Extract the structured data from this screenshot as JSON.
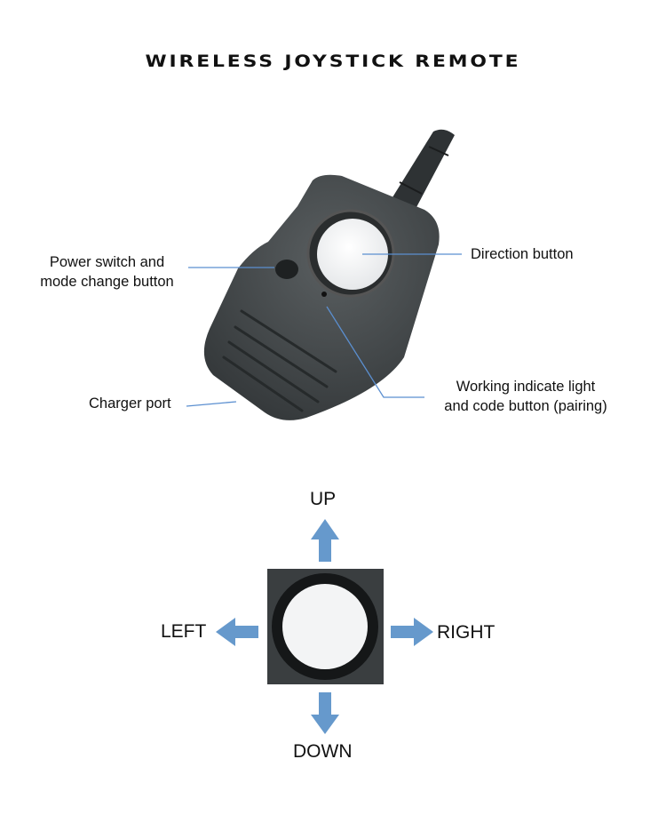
{
  "title": "WIRELESS JOYSTICK REMOTE",
  "callouts": {
    "power": [
      "Power switch and",
      "mode change button"
    ],
    "direction": "Direction button",
    "indicator": [
      "Working indicate light",
      "and code button (pairing)"
    ],
    "charger": "Charger port"
  },
  "directions": {
    "up": "UP",
    "down": "DOWN",
    "left": "LEFT",
    "right": "RIGHT"
  },
  "colors": {
    "arrow": "#6699cc",
    "line": "#5b8fd0",
    "body": "#3f4446"
  }
}
